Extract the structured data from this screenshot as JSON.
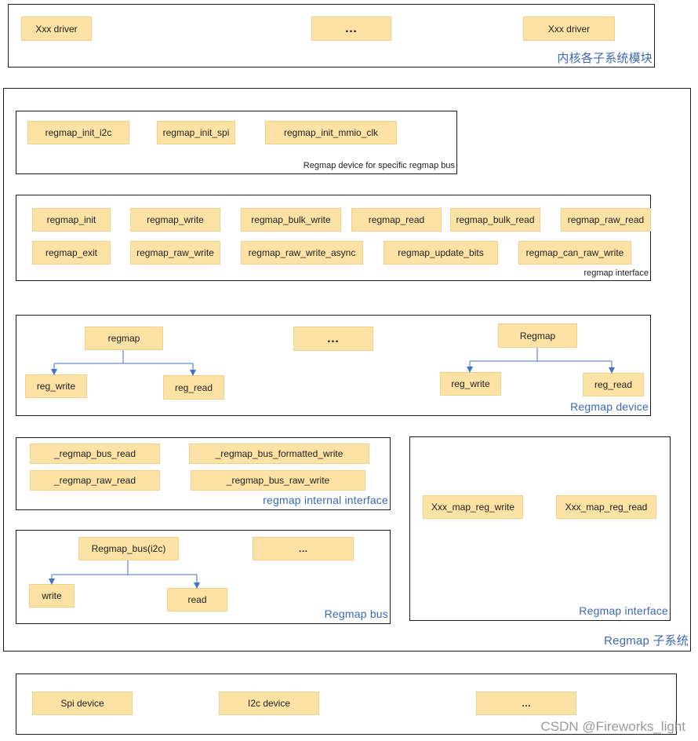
{
  "kernel_subsystem": {
    "caption": "内核各子系统模块",
    "boxes": [
      "Xxx driver",
      "…",
      "Xxx driver"
    ]
  },
  "regmap_subsystem": {
    "caption": "Regmap 子系统",
    "device_bus": {
      "caption": "Regmap device  for specific regmap  bus",
      "boxes": [
        "regmap_init_i2c",
        "regmap_init_spi",
        "regmap_init_mmio_clk"
      ]
    },
    "interface": {
      "caption": "regmap  interface",
      "row1": [
        "regmap_init",
        "regmap_write",
        "regmap_bulk_write",
        "regmap_read",
        "regmap_bulk_read",
        "regmap_raw_read"
      ],
      "row2": [
        "regmap_exit",
        "regmap_raw_write",
        "regmap_raw_write_async",
        "regmap_update_bits",
        "regmap_can_raw_write"
      ]
    },
    "device": {
      "caption": "Regmap device",
      "left": {
        "parent": "regmap",
        "children": [
          "reg_write",
          "reg_read"
        ]
      },
      "middle": "…",
      "right": {
        "parent": "Regmap",
        "children": [
          "reg_write",
          "reg_read"
        ]
      }
    },
    "internal_interface": {
      "caption": "regmap internal interface",
      "boxes": [
        "_regmap_bus_read",
        "_regmap_bus_formatted_write",
        "_regmap_raw_read",
        "_regmap_bus_raw_write"
      ]
    },
    "bus": {
      "caption": "Regmap bus",
      "parent": "Regmap_bus(i2c)",
      "children": [
        "write",
        "read"
      ],
      "other": "…"
    },
    "map_interface": {
      "caption": "Regmap interface",
      "boxes": [
        "Xxx_map_reg_write",
        "Xxx_map_reg_read"
      ]
    }
  },
  "devices": {
    "boxes": [
      "Spi device",
      "I2c device",
      "…"
    ]
  },
  "watermark": "CSDN @Fireworks_light",
  "colors": {
    "box_fill": "#fce2a4",
    "caption_blue": "#3c68b6",
    "arrow_blue": "#4472c4"
  }
}
